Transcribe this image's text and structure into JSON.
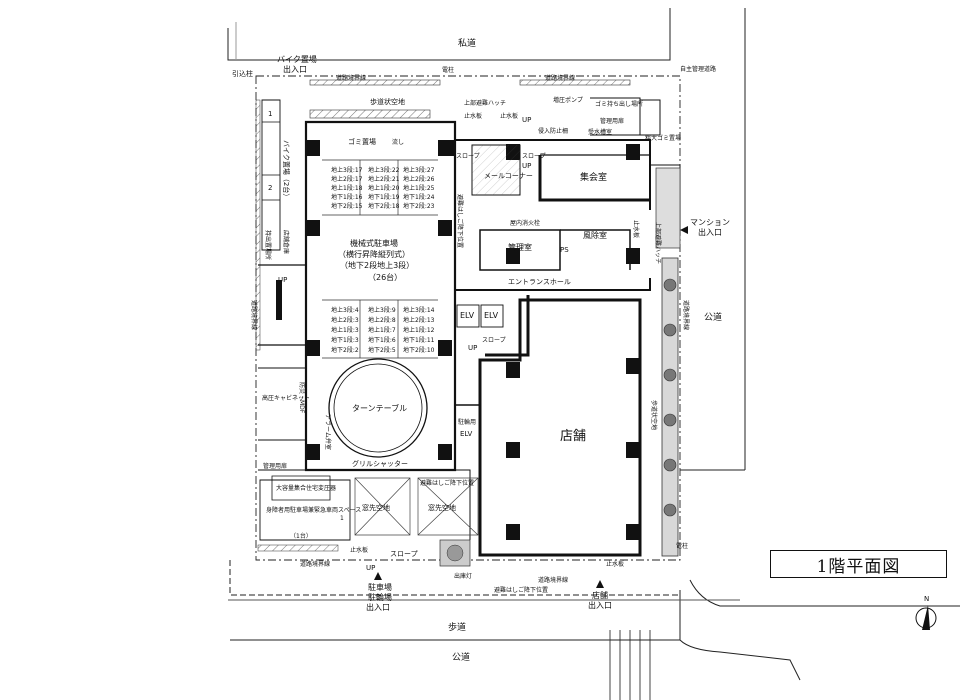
{
  "title": "1階平面図",
  "compass_label": "N",
  "roads": {
    "private_road": "私道",
    "public_road_right": "公道",
    "public_road_bottom": "公道",
    "sidewalk": "歩道"
  },
  "boundaries": {
    "road_boundary_top_left": "道路境界線",
    "road_boundary_top_right": "道路境界線",
    "road_boundary_right": "道路境界線",
    "road_boundary_left": "道路境界線",
    "road_boundary_bottom_left": "道路境界線",
    "road_boundary_bottom_right": "道路境界線",
    "self_managed_road": "自主管理道路"
  },
  "poles": {
    "pole_top": "電柱",
    "pole_right": "電柱",
    "pull_in_pole": "引込柱"
  },
  "entrances": {
    "bike_line1": "バイク置場",
    "bike_line2": "出入口",
    "mansion_line1": "マンション",
    "mansion_line2": "出入口",
    "parking_line1": "駐車場",
    "parking_line2": "駐輪場",
    "parking_line3": "出入口",
    "shop_line1": "店舗",
    "shop_line2": "出入口"
  },
  "spaces": {
    "sidewalk_space_top": "歩道状空地",
    "sidewalk_space_right": "歩道状空地",
    "garbage": "ゴミ置場",
    "sink": "流し",
    "bike_parking": "バイク置場（2台）",
    "bike_slot_1": "1",
    "bike_slot_2": "2",
    "cart": "持出置場所",
    "shop_storage": "店舗倉庫",
    "hv_cabinet": "高圧キャビネット",
    "mdf": "防災・MDF",
    "alarm": "アラーム弁室",
    "management_door": "管理用扉",
    "meter": "大容量集合住宅変圧器",
    "accessible_parking": "身障者用駐車場兼緊急車両スペース",
    "accessible_count": "（1台）",
    "accessible_slot": "1",
    "mechanical_parking_1": "機械式駐車場",
    "mechanical_parking_2": "（横行昇降縦列式）",
    "mechanical_parking_3": "（地下2段地上3段）",
    "mechanical_parking_4": "（26台）",
    "turntable": "ターンテーブル",
    "grill_shutter": "グリルシャッター",
    "window_space_1": "窓先空地",
    "window_space_2": "窓先空地",
    "ladder_landing": "避難はしご降下位置",
    "ladder_position_bottom": "避難はしご降下位置",
    "mail_corner": "メールコーナー",
    "slope_1": "スロープ",
    "slope_2": "スロープ",
    "slope_3": "スロープ",
    "slope_4": "スロープ",
    "meeting_room": "集会室",
    "wind_room": "風除室",
    "management_room": "管理室",
    "ps": "PS",
    "hydrant": "屋内消火栓",
    "entrance_hall": "エントランスホール",
    "elv1": "ELV",
    "elv2": "ELV",
    "bike_elv_label": "駐輪用",
    "bike_elv": "ELV",
    "shop": "店舗",
    "pump": "増圧ポンプ",
    "garbage_pickup": "ゴミ持ち出し場所",
    "large_garbage": "粗大ゴミ置場",
    "pump_room": "受水槽室",
    "management_door_2": "管理用扉",
    "top_hatch": "上部避難ハッチ",
    "top_hatch_right": "上部避難ハッチ",
    "intrusion_fence": "侵入防止柵",
    "water_stop_1": "止水板",
    "water_stop_2": "止水板",
    "water_stop_3": "止水板",
    "water_stop_4": "止水板",
    "water_stop_5": "止水板",
    "outlet_light": "出庫灯",
    "up_1": "UP",
    "up_2": "UP",
    "up_3": "UP",
    "up_4": "UP",
    "up_5": "UP"
  },
  "parking_slots": {
    "upper_rows": [
      [
        "地上3段:17",
        "地上3段:22",
        "地上3段:27"
      ],
      [
        "地上2段:17",
        "地上2段:21",
        "地上2段:26"
      ],
      [
        "地上1段:18",
        "地上1段:20",
        "地上1段:25"
      ],
      [
        "地下1段:16",
        "地下1段:19",
        "地下1段:24"
      ],
      [
        "地下2段:15",
        "地下2段:18",
        "地下2段:23"
      ]
    ],
    "lower_rows": [
      [
        "地上3段:4",
        "地上3段:9",
        "地上3段:14"
      ],
      [
        "地上2段:3",
        "地上2段:8",
        "地上2段:13"
      ],
      [
        "地上1段:3",
        "地上1段:7",
        "地上1段:12"
      ],
      [
        "地下1段:3",
        "地下1段:6",
        "地下1段:11"
      ],
      [
        "地下2段:2",
        "地下2段:5",
        "地下2段:10"
      ]
    ]
  }
}
